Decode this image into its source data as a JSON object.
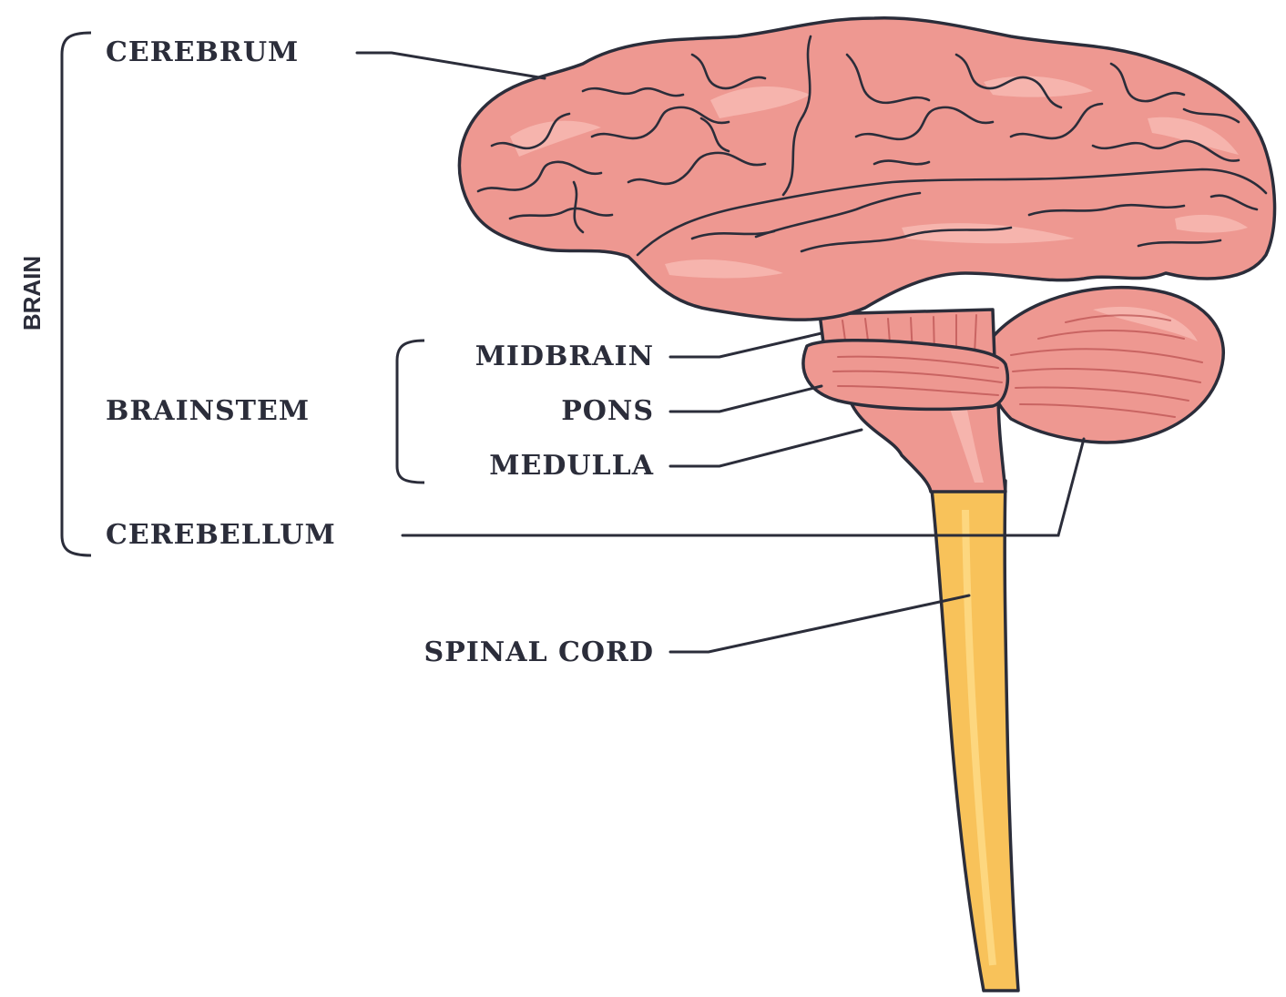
{
  "labels": {
    "brain": "BRAIN",
    "cerebrum": "CEREBRUM",
    "brainstem": "BRAINSTEM",
    "midbrain": "MIDBRAIN",
    "pons": "PONS",
    "medulla": "MEDULLA",
    "cerebellum": "CEREBELLUM",
    "spinal_cord": "SPINAL CORD"
  },
  "colors": {
    "brain_tissue": "#ee9891",
    "brain_shadow": "#dc7b76",
    "spinal_cord": "#f8c25a",
    "line": "#2b2d3a",
    "background": "#ffffff"
  }
}
